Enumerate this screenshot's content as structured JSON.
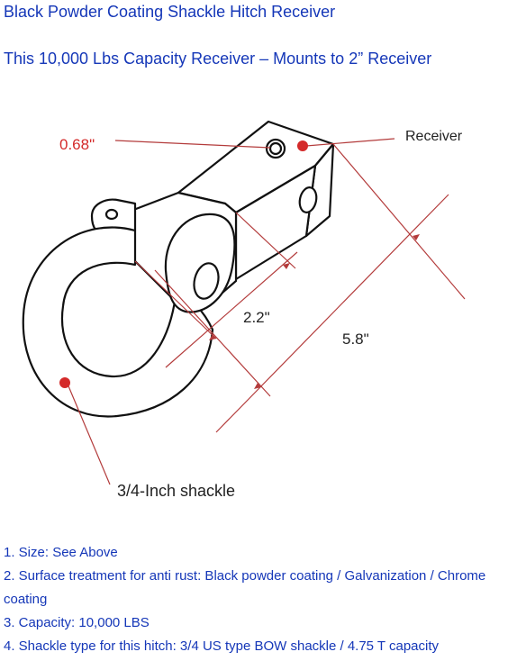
{
  "header": {
    "title": "Black Powder Coating Shackle Hitch Receiver",
    "subtitle": "This 10,000 Lbs Capacity Receiver – Mounts to 2” Receiver"
  },
  "diagram": {
    "labels": {
      "pin_hole": "0.68\"",
      "receiver": "Receiver",
      "width": "2.2\"",
      "length": "5.8\"",
      "shackle": "3/4-Inch shackle"
    },
    "accent_color": "#d42a2a",
    "line_color": "#111111"
  },
  "specs": [
    "1.  Size: See Above",
    "2. Surface treatment for anti rust: Black powder coating / Galvanization / Chrome coating",
    "3. Capacity: 10,000 LBS",
    "4. Shackle type for this hitch:   3/4 US type BOW shackle / 4.75 T capacity"
  ]
}
